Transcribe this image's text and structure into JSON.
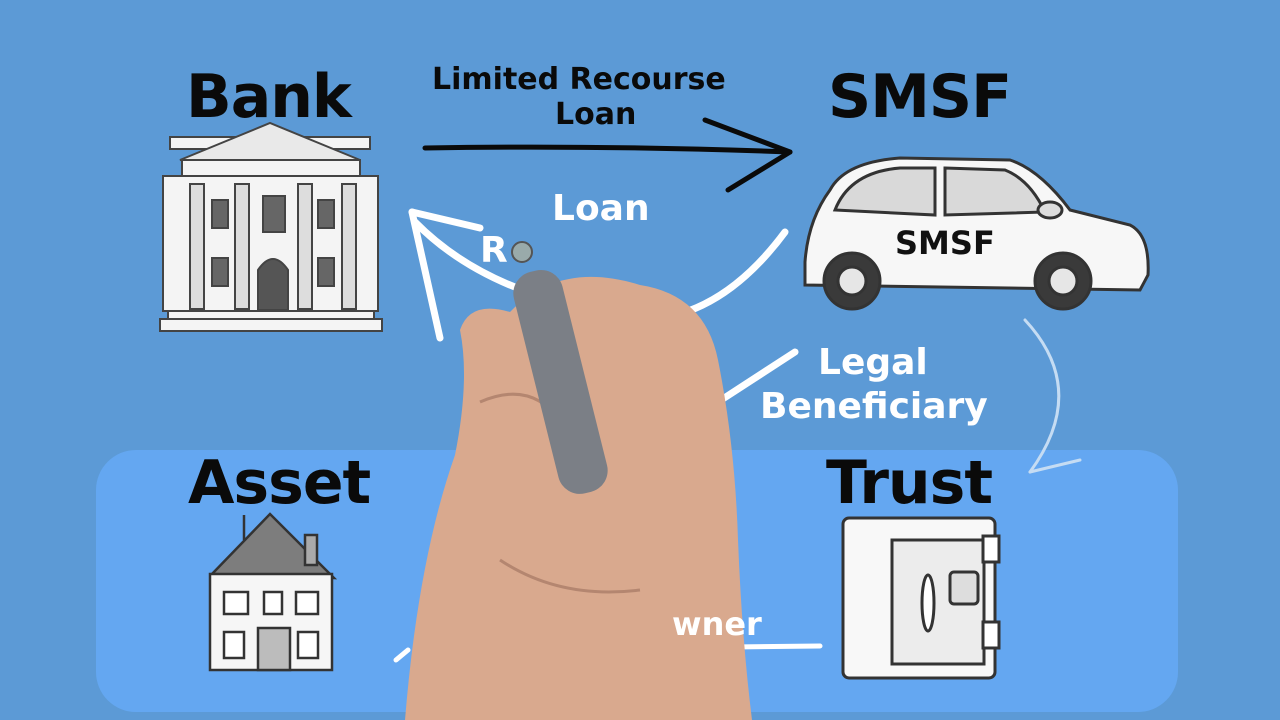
{
  "nodes": {
    "bank": "Bank",
    "smsf": "SMSF",
    "asset": "Asset",
    "trust": "Trust"
  },
  "edges": {
    "limited_recourse_line1": "Limited  Recourse",
    "limited_recourse_line2": "Loan",
    "loan": "Loan",
    "repayment_partial": "R",
    "legal_line1": "Legal",
    "legal_line2": "Beneficiary",
    "owner_partial": "wner"
  },
  "car_label": "SMSF",
  "colors": {
    "background": "#5c9ad6",
    "band": "#64a7f1",
    "label_dark": "#0a0a0a",
    "label_light": "#ffffff"
  }
}
